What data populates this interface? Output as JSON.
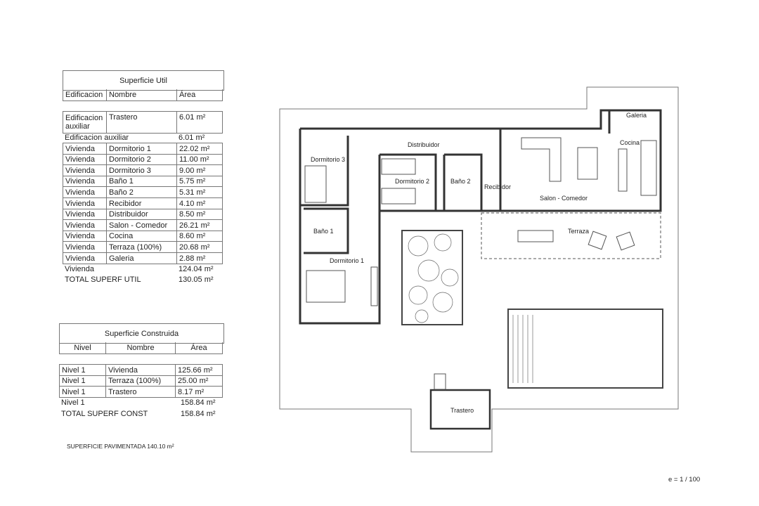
{
  "util": {
    "title": "Superficie Util",
    "headers": [
      "Edificacion",
      "Nombre",
      "Área"
    ],
    "aux_rows": [
      {
        "edificacion": "Edificacion auxiliar",
        "nombre": "Trastero",
        "area": "6.01 m²"
      }
    ],
    "aux_subtotal": {
      "label": "Edificacion auxiliar",
      "area": "6.01 m²"
    },
    "rows": [
      {
        "edificacion": "Vivienda",
        "nombre": "Dormitorio 1",
        "area": "22.02 m²"
      },
      {
        "edificacion": "Vivienda",
        "nombre": "Dormitorio 2",
        "area": "11.00 m²"
      },
      {
        "edificacion": "Vivienda",
        "nombre": "Dormitorio 3",
        "area": "9.00 m²"
      },
      {
        "edificacion": "Vivienda",
        "nombre": "Baño 1",
        "area": "5.75 m²"
      },
      {
        "edificacion": "Vivienda",
        "nombre": "Baño 2",
        "area": "5.31 m²"
      },
      {
        "edificacion": "Vivienda",
        "nombre": "Recibidor",
        "area": "4.10 m²"
      },
      {
        "edificacion": "Vivienda",
        "nombre": "Distribuidor",
        "area": "8.50 m²"
      },
      {
        "edificacion": "Vivienda",
        "nombre": "Salon - Comedor",
        "area": "26.21 m²"
      },
      {
        "edificacion": "Vivienda",
        "nombre": "Cocina",
        "area": "8.60 m²"
      },
      {
        "edificacion": "Vivienda",
        "nombre": "Terraza (100%)",
        "area": "20.68 m²"
      },
      {
        "edificacion": "Vivienda",
        "nombre": "Galeria",
        "area": "2.88 m²"
      }
    ],
    "subtotal": {
      "label": "Vivienda",
      "area": "124.04 m²"
    },
    "total": {
      "label": "TOTAL SUPERF UTIL",
      "area": "130.05 m²"
    }
  },
  "construida": {
    "title": "Superficie Construida",
    "headers": [
      "Nivel",
      "Nombre",
      "Área"
    ],
    "rows": [
      {
        "nivel": "Nivel 1",
        "nombre": "Vivienda",
        "area": "125.66 m²"
      },
      {
        "nivel": "Nivel 1",
        "nombre": "Terraza (100%)",
        "area": "25.00 m²"
      },
      {
        "nivel": "Nivel 1",
        "nombre": "Trastero",
        "area": "8.17 m²"
      }
    ],
    "subtotal": {
      "label": "Nivel 1",
      "area": "158.84 m²"
    },
    "total": {
      "label": "TOTAL SUPERF CONST",
      "area": "158.84 m²"
    }
  },
  "pavimentada": "SUPERFICIE PAVIMENTADA 140.10 m²",
  "scale": "e = 1 / 100",
  "rooms": {
    "dormitorio3": "Dormitorio 3",
    "distribuidor": "Distribuidor",
    "dormitorio2": "Dormitorio 2",
    "bano2": "Baño 2",
    "recibidor": "Recibidor",
    "salon": "Salon - Comedor",
    "cocina": "Cocina",
    "galeria": "Galeria",
    "bano1": "Baño 1",
    "dormitorio1": "Dormitorio 1",
    "terraza": "Terraza",
    "trastero": "Trastero"
  }
}
